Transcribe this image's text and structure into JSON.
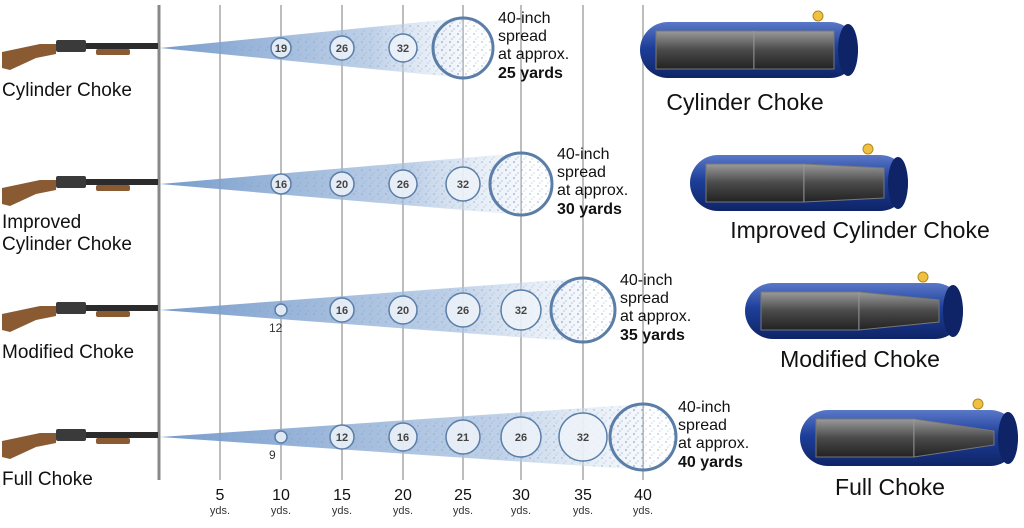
{
  "axis": {
    "unit": "yds.",
    "marks": [
      "5",
      "10",
      "15",
      "20",
      "25",
      "30",
      "35",
      "40"
    ]
  },
  "rows": [
    {
      "label_lines": [
        "Cylinder Choke"
      ],
      "circles": [
        "19",
        "26",
        "32",
        ""
      ],
      "callout": {
        "line1": "40-inch",
        "line2": "spread",
        "line3": "at approx.",
        "line4": "25 yards"
      },
      "choke_title": "Cylinder Choke"
    },
    {
      "label_lines": [
        "Improved",
        "Cylinder Choke"
      ],
      "circles": [
        "16",
        "20",
        "26",
        "32",
        ""
      ],
      "callout": {
        "line1": "40-inch",
        "line2": "spread",
        "line3": "at approx.",
        "line4": "30 yards"
      },
      "choke_title": "Improved Cylinder Choke"
    },
    {
      "label_lines": [
        "Modified Choke"
      ],
      "circles": [
        "12",
        "16",
        "20",
        "26",
        "32",
        ""
      ],
      "callout": {
        "line1": "40-inch",
        "line2": "spread",
        "line3": "at approx.",
        "line4": "35 yards"
      },
      "choke_title": "Modified Choke"
    },
    {
      "label_lines": [
        "Full Choke"
      ],
      "circles": [
        "9",
        "12",
        "16",
        "21",
        "26",
        "32",
        ""
      ],
      "callout": {
        "line1": "40-inch",
        "line2": "spread",
        "line3": "at approx.",
        "line4": "40 yards"
      },
      "choke_title": "Full Choke"
    }
  ],
  "colors": {
    "cone": "#8fb0d6",
    "circle_stroke": "#5a7ea8",
    "gridline": "#bdbdbd",
    "wall": "#888888",
    "barrel_blue": "#1d3f9a",
    "barrel_inner": "#3a3a3a",
    "shot": "#f0c040",
    "stock": "#8a5a33"
  }
}
